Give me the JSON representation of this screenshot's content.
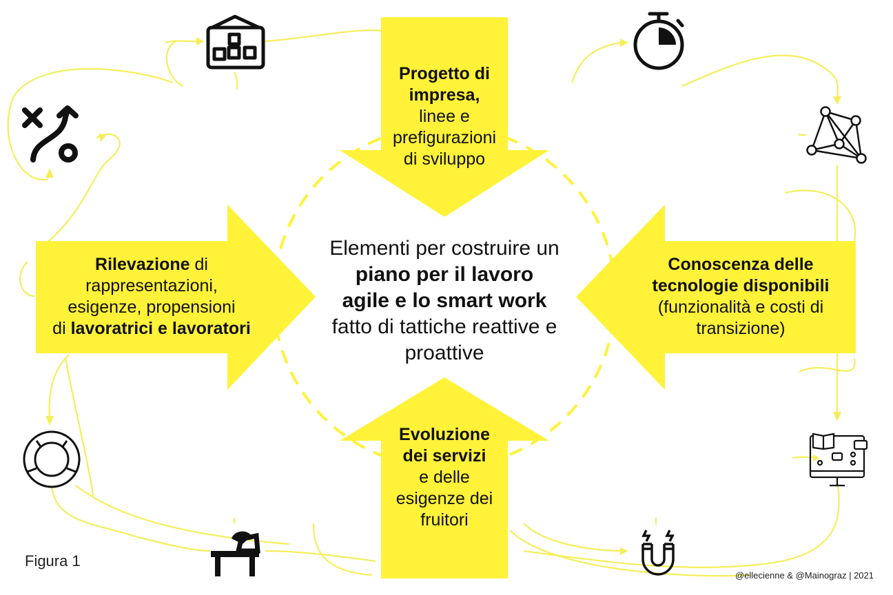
{
  "center": {
    "line1": "Elementi per costruire un",
    "line2": "piano per il lavoro",
    "line3": "agile e lo smart work",
    "line4": "fatto di tattiche reattive e",
    "line5": "proattive"
  },
  "top": {
    "bold1": "Progetto di",
    "bold2": "impresa,",
    "line3": "linee e",
    "line4": "prefigurazioni",
    "line5": "di sviluppo"
  },
  "bottom": {
    "bold1": "Evoluzione",
    "bold2": "dei servizi",
    "line3": "e delle",
    "line4": "esigenze dei",
    "line5": "fruitori"
  },
  "left": {
    "bold1": "Rilevazione",
    "rest1": " di",
    "line2": "rappresentazioni,",
    "line3": "esigenze, propensioni",
    "pre4": "di ",
    "bold4": "lavoratrici e lavoratori"
  },
  "right": {
    "bold1": "Conoscenza delle",
    "bold2": "tecnologie disponibili",
    "line3": "(funzionalità e costi di",
    "line4": "transizione)"
  },
  "caption": "Figura 1",
  "credit": "@ellecienne & @Mainograz | 2021",
  "colors": {
    "accent": "#FFF239",
    "line": "#F5EE5A",
    "ink": "#111111"
  },
  "icons": [
    "kanban-board-icon",
    "stopwatch-icon",
    "network-graph-icon",
    "strategy-play-icon",
    "lifebuoy-icon",
    "desk-lamp-icon",
    "magnet-icon",
    "elearning-monitor-icon"
  ]
}
